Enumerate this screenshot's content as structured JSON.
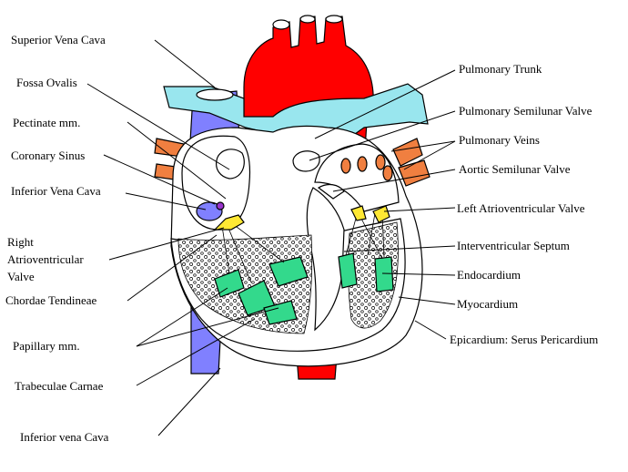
{
  "labels": {
    "superior_vena_cava": "Superior Vena Cava",
    "fossa_ovalis": "Fossa Ovalis",
    "pectinate_mm": "Pectinate mm.",
    "coronary_sinus": "Coronary Sinus",
    "inferior_vena_cava": "Inferior Vena Cava",
    "right_av_valve_1": "Right",
    "right_av_valve_2": "Atrioventricular",
    "right_av_valve_3": "Valve",
    "chordae_tendineae": "Chordae Tendineae",
    "papillary_mm": "Papillary mm.",
    "trabeculae_carnae": "Trabeculae Carnae",
    "inferior_vena_cava_lower": "Inferior vena Cava",
    "pulmonary_trunk": "Pulmonary Trunk",
    "pulmonary_semilunar_valve": "Pulmonary Semilunar Valve",
    "pulmonary_veins": "Pulmonary Veins",
    "aortic_semilunar_valve": "Aortic Semilunar Valve",
    "left_av_valve": "Left Atrioventricular Valve",
    "interventricular_septum": "Interventricular Septum",
    "endocardium": "Endocardium",
    "myocardium": "Myocardium",
    "epicardium": "Epicardium: Serus Pericardium"
  },
  "colors": {
    "aorta": "#ff0000",
    "pulmonary_artery": "#99e6ee",
    "vena_cava": "#8080ff",
    "pulmonary_veins": "#f07f40",
    "papillary_muscle": "#33d98c",
    "valve": "#ffe833",
    "outline": "#000000"
  }
}
